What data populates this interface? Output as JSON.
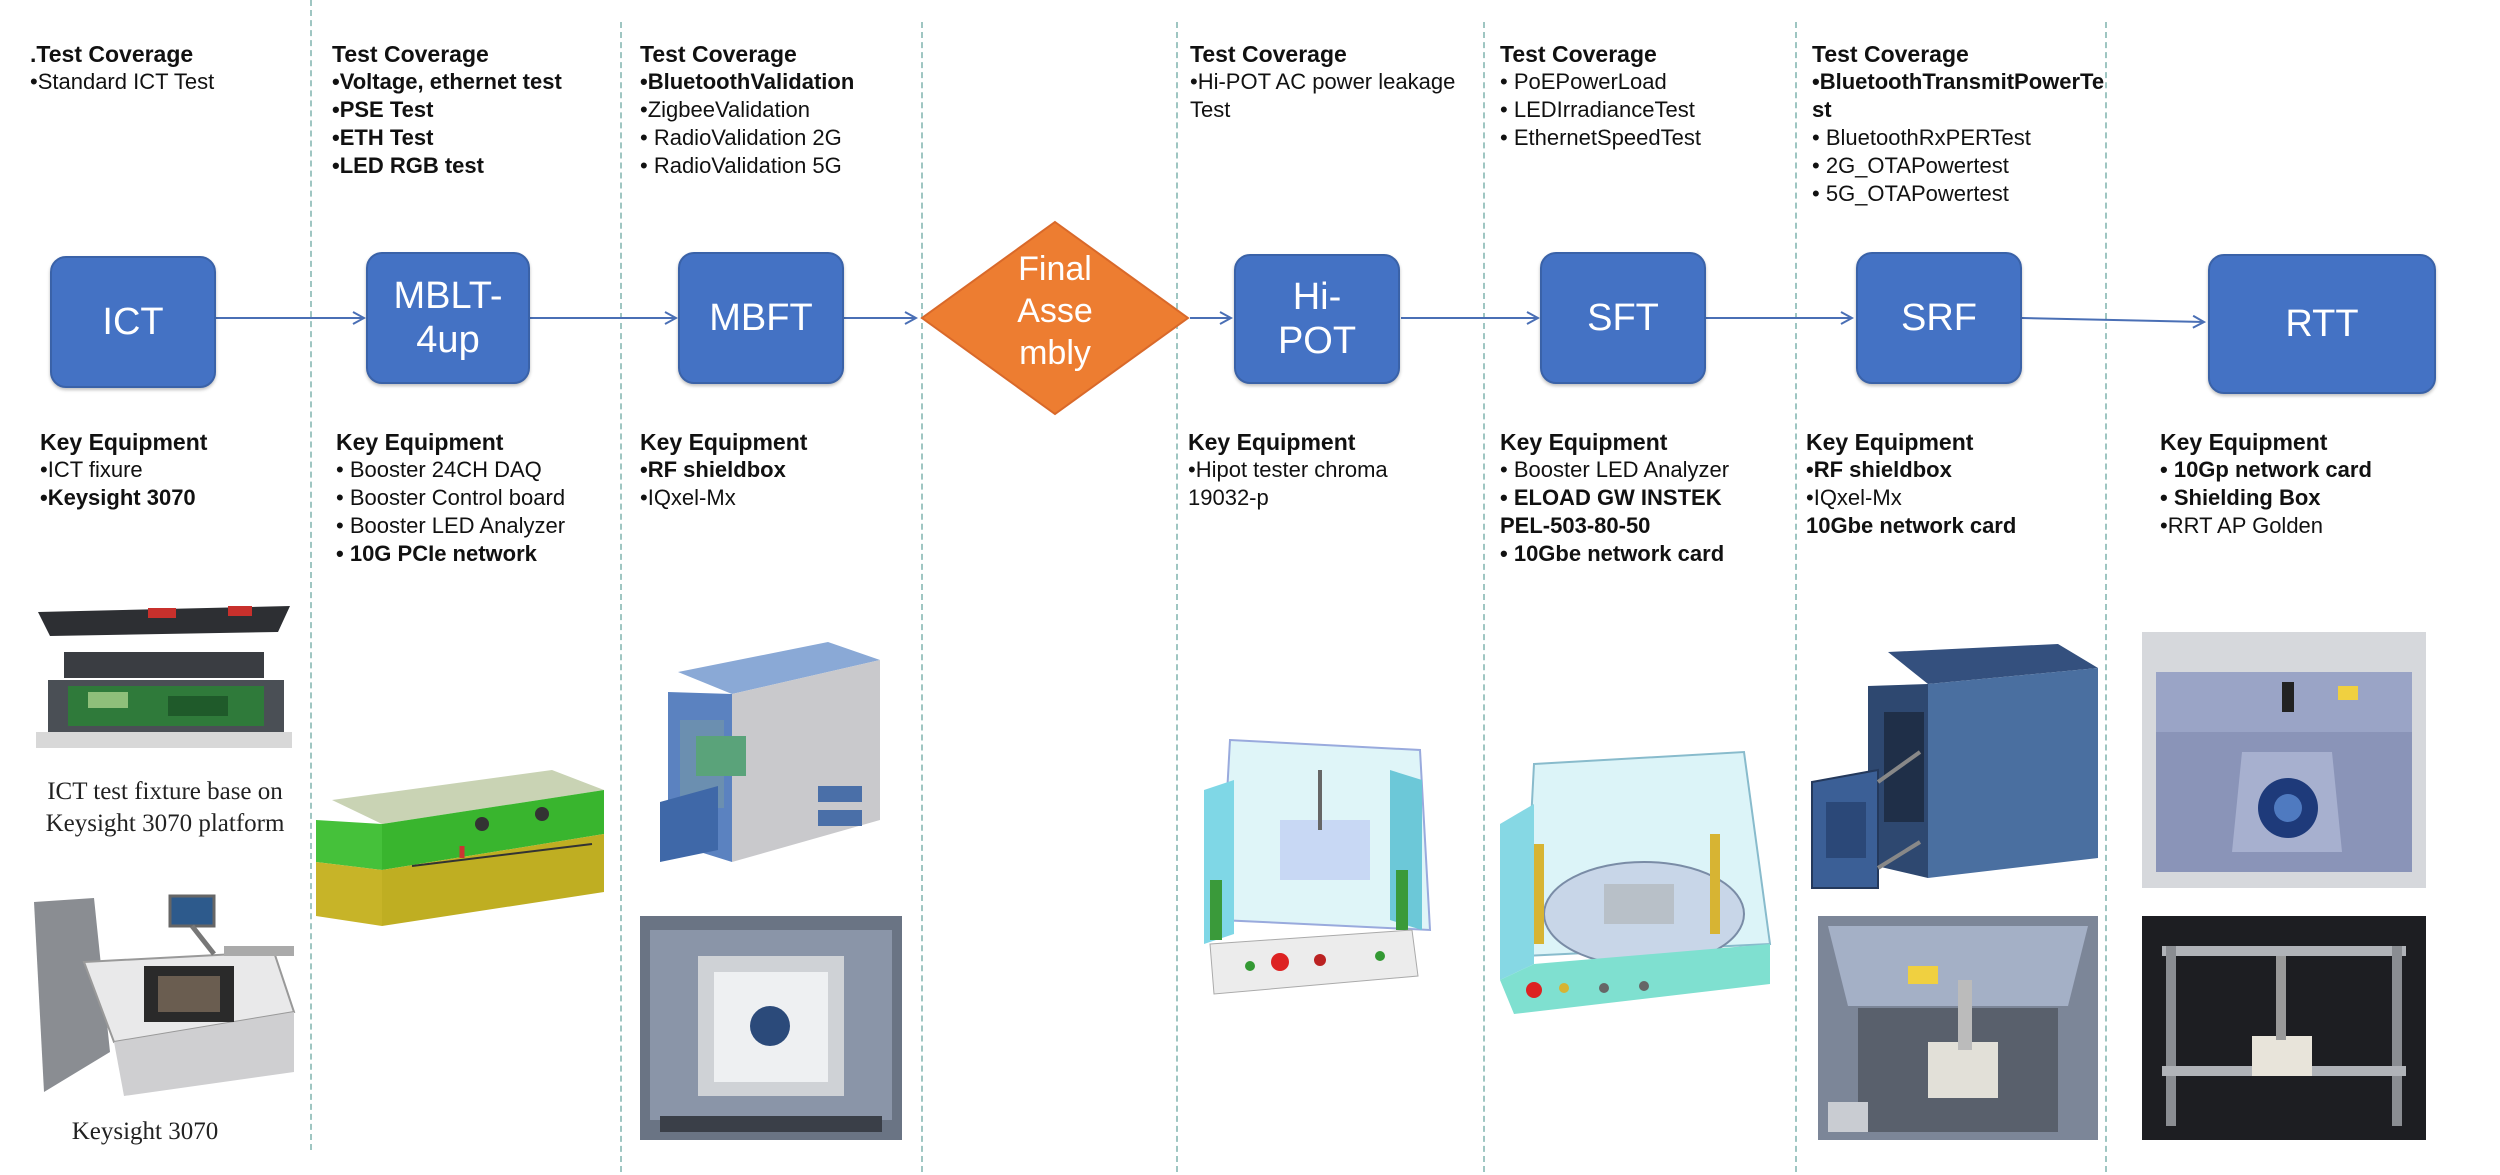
{
  "stations": [
    {
      "id": "ict",
      "label_lines": [
        "ICT"
      ],
      "coverage_title": "Test Coverage",
      "coverage": [
        "Standard ICT Test"
      ],
      "equipment_title": "Key Equipment",
      "equipment": [
        "ICT fixure",
        "Keysight 3070"
      ]
    },
    {
      "id": "mblt",
      "label_lines": [
        "MBLT-",
        "4up"
      ],
      "coverage_title": "Test Coverage",
      "coverage": [
        "Voltage, ethernet test",
        "PSE Test",
        "ETH Test",
        "LED RGB test"
      ],
      "equipment_title": "Key Equipment",
      "equipment": [
        "Booster 24CH DAQ",
        "Booster Control board",
        "Booster LED Analyzer",
        "10G PCIe network"
      ]
    },
    {
      "id": "mbft",
      "label_lines": [
        "MBFT"
      ],
      "coverage_title": "Test Coverage",
      "coverage": [
        "BluetoothValidation",
        "ZigbeeValidation",
        "RadioValidation 2G",
        "RadioValidation 5G"
      ],
      "equipment_title": "Key Equipment",
      "equipment": [
        "RF shieldbox",
        "IQxel-Mx"
      ]
    },
    {
      "id": "final",
      "label_lines": [
        "Final",
        "Asse",
        "mbly"
      ]
    },
    {
      "id": "hipot",
      "label_lines": [
        "Hi-",
        "POT"
      ],
      "coverage_title": "Test Coverage",
      "coverage": [
        "Hi-POT AC power leakage",
        "Test"
      ],
      "equipment_title": "Key Equipment",
      "equipment": [
        "Hipot tester chroma",
        "19032-p"
      ]
    },
    {
      "id": "sft",
      "label_lines": [
        "SFT"
      ],
      "coverage_title": "Test Coverage",
      "coverage": [
        "PoEPowerLoad",
        "LEDIrradianceTest",
        "EthernetSpeedTest"
      ],
      "equipment_title": "Key Equipment",
      "equipment": [
        "Booster LED Analyzer",
        "ELOAD GW INSTEK",
        "PEL-503-80-50",
        "10Gbe network card"
      ]
    },
    {
      "id": "srf",
      "label_lines": [
        "SRF"
      ],
      "coverage_title": "Test Coverage",
      "coverage": [
        "BluetoothTransmitPowerTe",
        "st",
        "BluetoothRxPERTest",
        "2G_OTAPowertest",
        "5G_OTAPowertest"
      ],
      "equipment_title": "Key Equipment",
      "equipment": [
        "RF shieldbox",
        "IQxel-Mx",
        "10Gbe network card"
      ]
    },
    {
      "id": "rtt",
      "label_lines": [
        "RTT"
      ],
      "equipment_title": "Key Equipment",
      "equipment": [
        "10Gp network card",
        "Shielding Box",
        "RRT AP Golden"
      ]
    }
  ],
  "captions": {
    "ict_fixture": [
      "ICT test fixture base on",
      "Keysight 3070 platform"
    ],
    "keysight": "Keysight 3070"
  },
  "colors": {
    "process_box": "#4472c4",
    "decision_diamond": "#ed7d31",
    "connector": "#4a6fb5",
    "divider": "#9fc6c2"
  }
}
